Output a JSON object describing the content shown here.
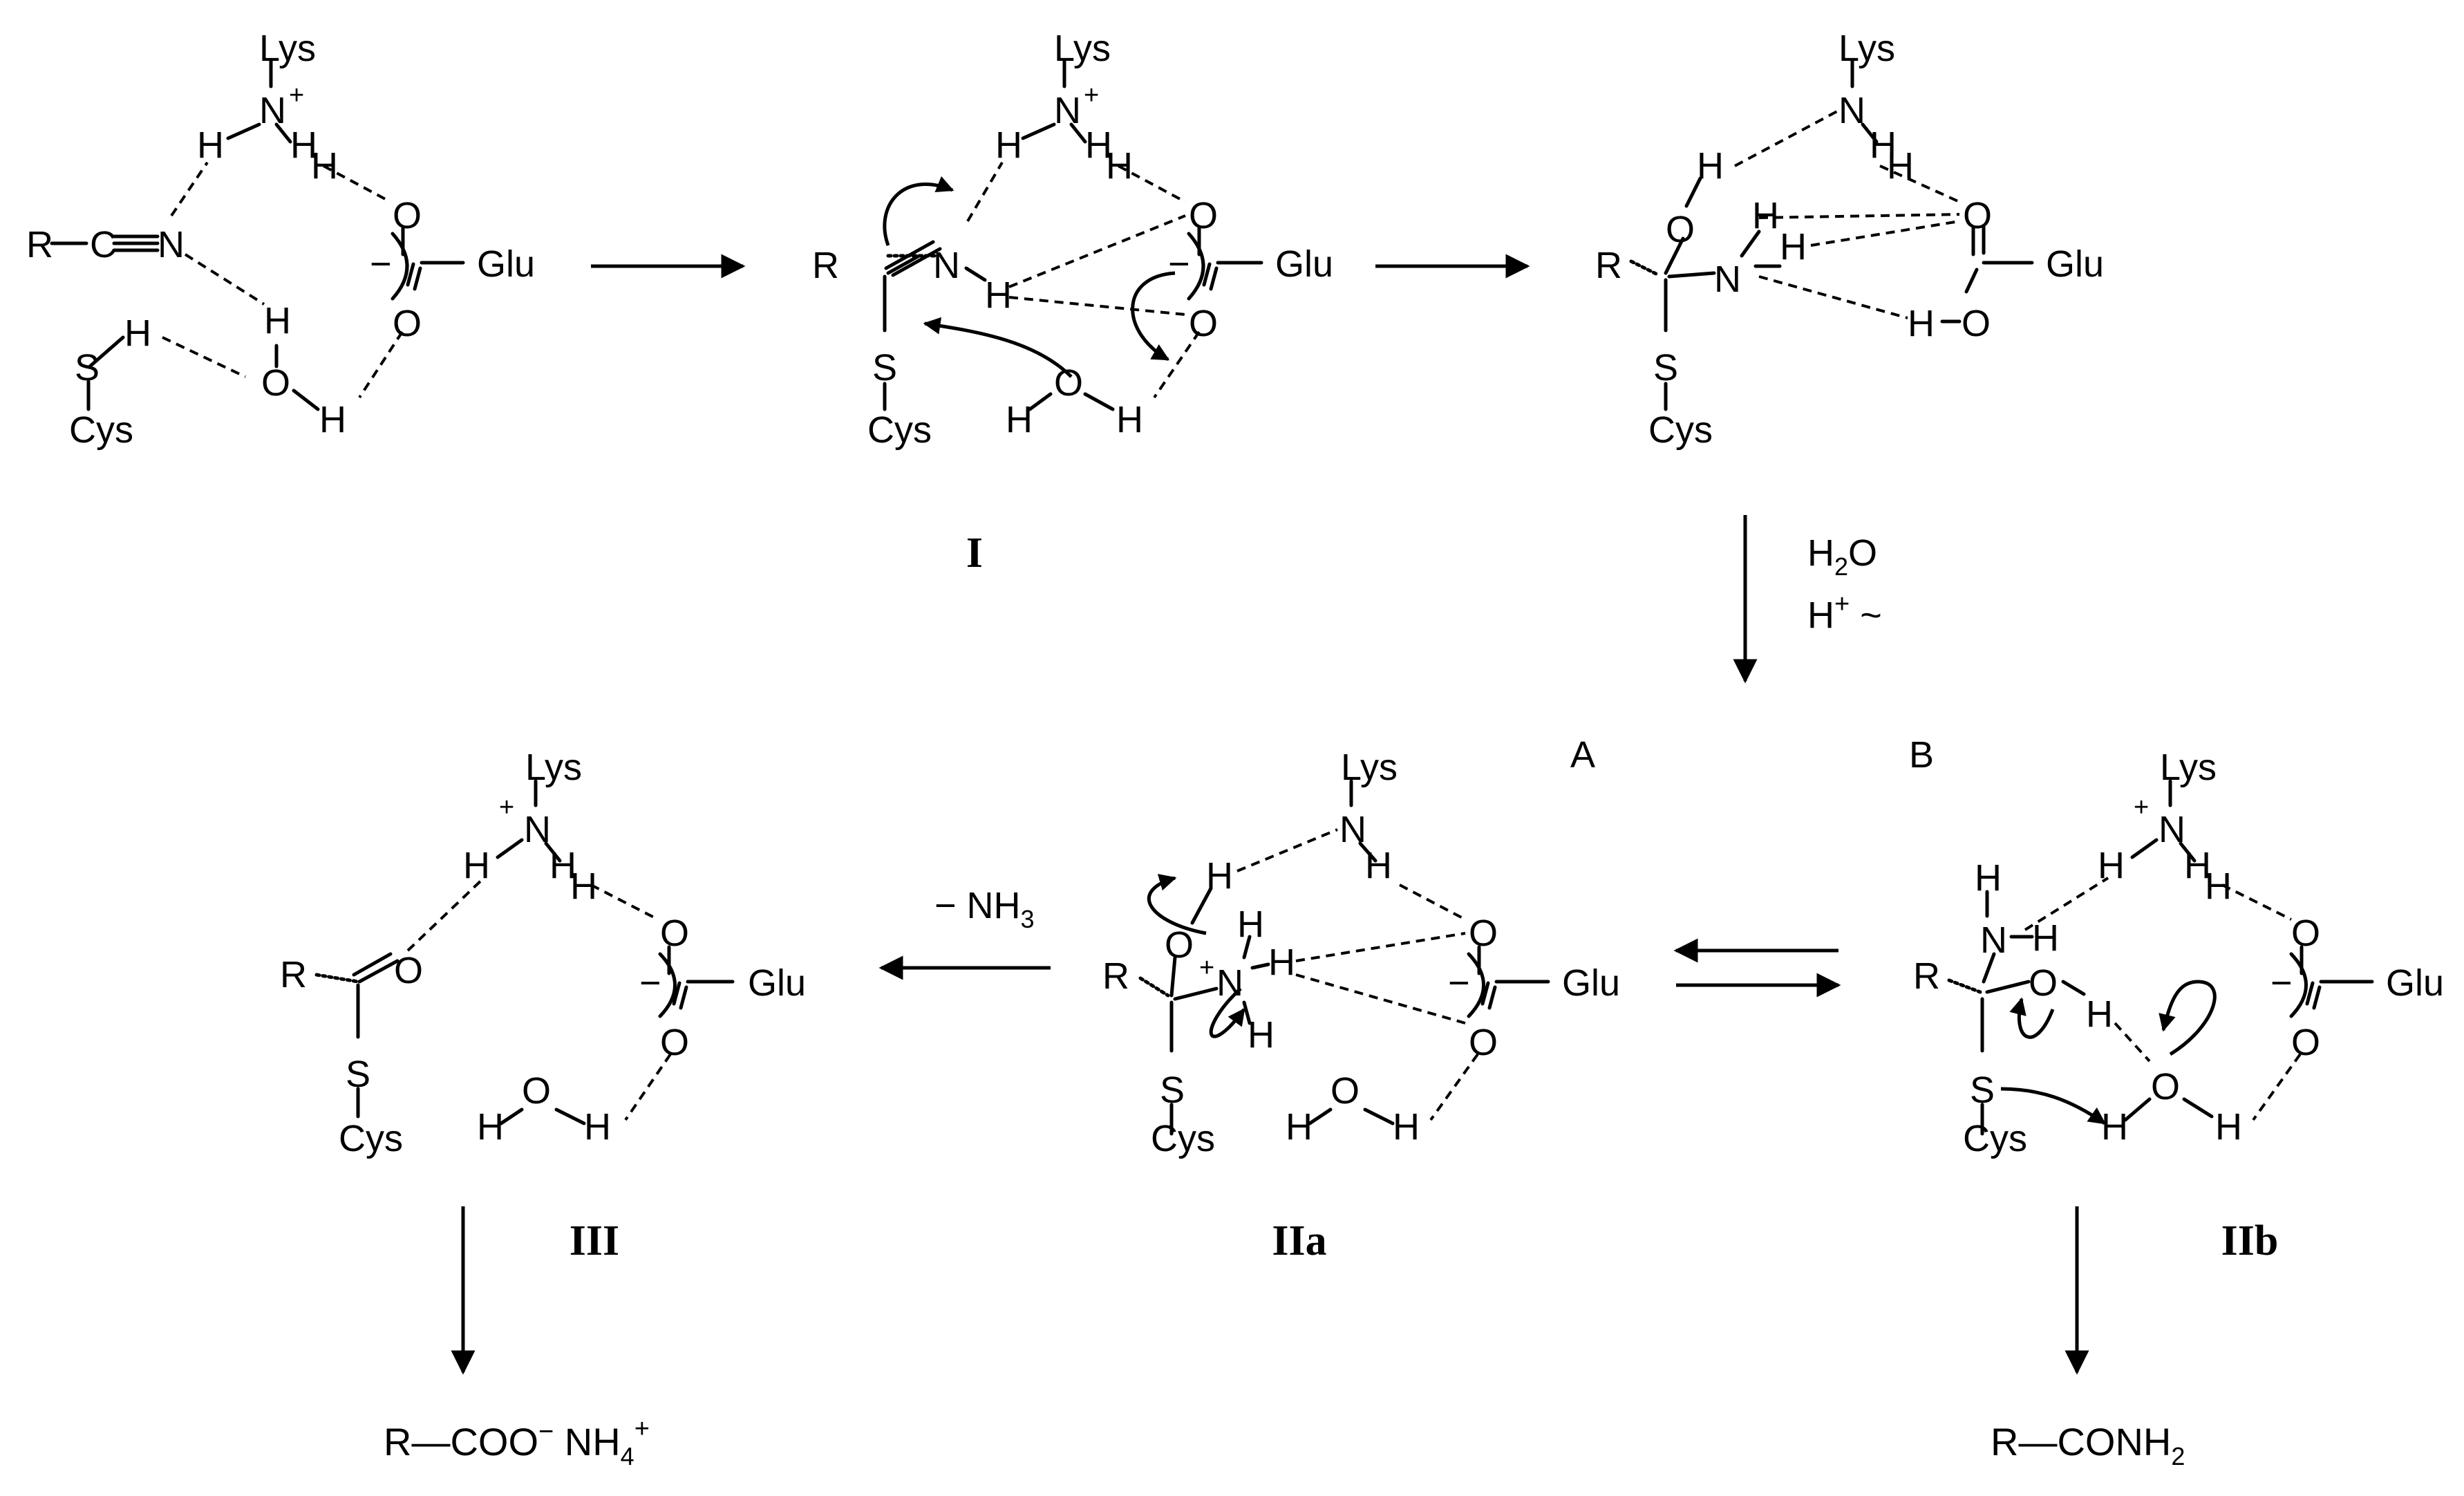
{
  "colors": {
    "ink": "#000000",
    "background": "#ffffff"
  },
  "structures": [
    {
      "id": "reactant",
      "labels": [
        "Lys",
        "N",
        "+",
        "H",
        "H",
        "H",
        "R",
        "C",
        "N",
        "O",
        "O",
        "Glu",
        "−",
        "S",
        "H",
        "Cys",
        "H",
        "O",
        "H"
      ]
    },
    {
      "id": "I",
      "caption": "I",
      "labels": [
        "Lys",
        "N",
        "+",
        "H",
        "H",
        "H",
        "R",
        "N",
        "H",
        "O",
        "O",
        "Glu",
        "−",
        "S",
        "Cys",
        "H",
        "O",
        "H"
      ]
    },
    {
      "id": "tetrahedral",
      "labels": [
        "Lys",
        "N",
        "H",
        "H",
        "H",
        "O",
        "R",
        "N",
        "H",
        "H",
        "O",
        "Glu",
        "H",
        "O",
        "S",
        "Cys"
      ]
    },
    {
      "id": "III",
      "caption": "III",
      "labels": [
        "Lys",
        "N",
        "+",
        "H",
        "H",
        "H",
        "R",
        "O",
        "O",
        "O",
        "Glu",
        "−",
        "S",
        "Cys",
        "H",
        "O",
        "H"
      ]
    },
    {
      "id": "IIa",
      "caption": "IIa",
      "labels": [
        "Lys",
        "N",
        "H",
        "H",
        "O",
        "R",
        "N",
        "+",
        "H",
        "H",
        "H",
        "O",
        "O",
        "Glu",
        "−",
        "S",
        "Cys",
        "H",
        "O",
        "H"
      ]
    },
    {
      "id": "IIb",
      "caption": "IIb",
      "labels": [
        "Lys",
        "N",
        "+",
        "H",
        "H",
        "H",
        "H",
        "N",
        "H",
        "R",
        "O",
        "H",
        "O",
        "O",
        "Glu",
        "−",
        "S",
        "Cys",
        "H",
        "O",
        "H"
      ]
    }
  ],
  "conditions": {
    "water": {
      "main": "H",
      "sub": "2",
      "tail": "O"
    },
    "proton": {
      "main": "H",
      "sup": "+",
      "tail": " ~"
    },
    "minus_nh3": {
      "main": "− NH",
      "sub": "3"
    }
  },
  "pathways": {
    "a": "A",
    "b": "B"
  },
  "products": {
    "acid": {
      "main": "R—COO",
      "sup1": "−",
      "mid": "  NH",
      "sub": "4",
      "sup2": "+"
    },
    "amide": {
      "main": "R—CONH",
      "sub": "2"
    }
  }
}
